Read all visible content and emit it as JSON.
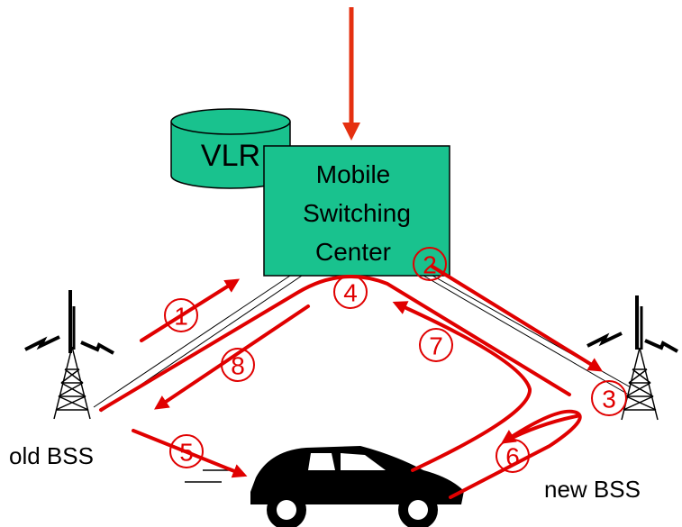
{
  "labels": {
    "vlr": "VLR",
    "msc_line1": "Mobile",
    "msc_line2": "Switching",
    "msc_line3": "Center",
    "old_bss": "old BSS",
    "new_bss": "new BSS"
  },
  "steps": [
    "1",
    "2",
    "3",
    "4",
    "5",
    "6",
    "7",
    "8"
  ],
  "colors": {
    "msc_fill": "#19c28e",
    "vlr_fill": "#19c28e",
    "arrow": "#e00000",
    "incoming_arrow": "#e53010"
  },
  "icons": [
    "old-bss-tower-icon",
    "new-bss-tower-icon",
    "mobile-car-icon"
  ]
}
